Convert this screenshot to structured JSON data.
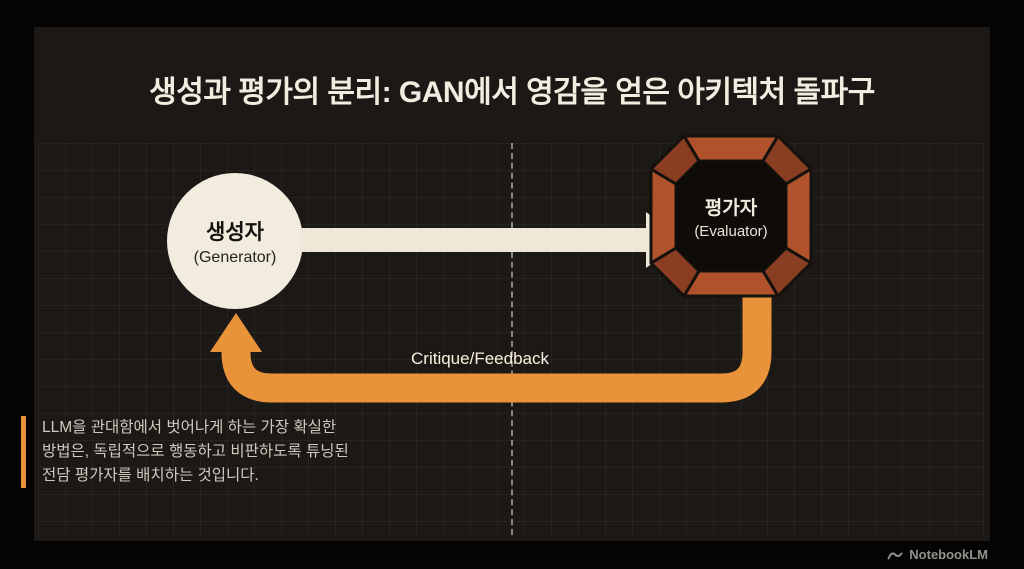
{
  "title": "생성과 평가의 분리: GAN에서 영감을 얻은 아키텍처 돌파구",
  "generator": {
    "name": "생성자",
    "sub": "(Generator)"
  },
  "evaluator": {
    "name": "평가자",
    "sub": "(Evaluator)"
  },
  "arrows": {
    "feedback_label": "Critique/Feedback"
  },
  "quote": {
    "line1": "LLM을 관대함에서 벗어나게 하는 가장 확실한",
    "line2": "방법은, 독립적으로 행동하고 비판하도록 튜닝된",
    "line3": "전담 평가자를 배치하는 것입니다."
  },
  "footer": {
    "brand": "NotebookLM"
  },
  "colors": {
    "background": "#1B1816",
    "accent_orange": "#E8923A",
    "arrow_cream": "#EFE8D9",
    "evaluator_edge": "#B0522C",
    "evaluator_corner": "#8A3E21",
    "title_text": "#F2EDE0"
  }
}
